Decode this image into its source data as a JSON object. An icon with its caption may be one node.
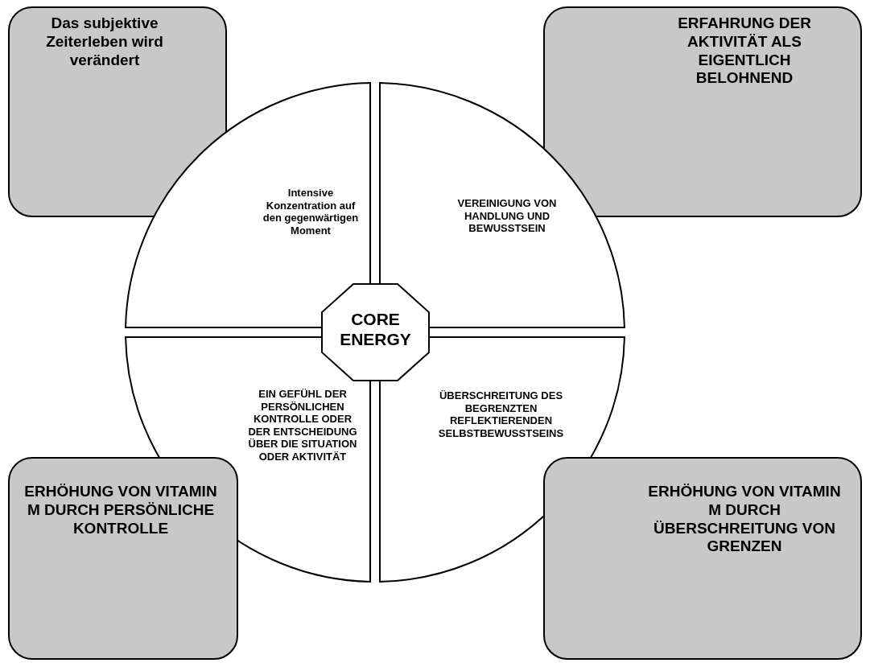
{
  "diagram": {
    "nodes": [
      {
        "text": [
          "Das subjektive Zeiterleben wird verändert"
        ]
      },
      {
        "text": [
          "ERFAHRUNG DER AKTIVITÄT ALS EIGENTLICH BELOHNEND"
        ]
      },
      {
        "text": [
          "Intensive Konzentration auf den gegenwärtigen Moment"
        ]
      },
      {
        "text": [
          "VEREINIGUNG VON HANDLUNG UND BEWUSSTSEIN"
        ]
      },
      {
        "text": [
          "CORE ENERGY"
        ]
      },
      {
        "text": [
          "EIN GEFÜHL DER PERSÖNLICHEN KONTROLLE ODER DER ENTSCHEIDUNG ÜBER DIE SITUATION ODER AKTIVITÄT"
        ]
      },
      {
        "text": [
          "ÜBERSCHREITUNG DES BEGRENZTEN REFLEKTIERENDEN SELBSTBEWUSSTSEINS"
        ]
      },
      {
        "text": [
          "ERHÖHUNG VON VITAMIN M DURCH PERSÖNLICHE KONTROLLE"
        ]
      },
      {
        "text": [
          "ERHÖHUNG VON VITAMIN M DURCH ÜBERSCHREITUNG VON GRENZEN"
        ]
      }
    ]
  }
}
